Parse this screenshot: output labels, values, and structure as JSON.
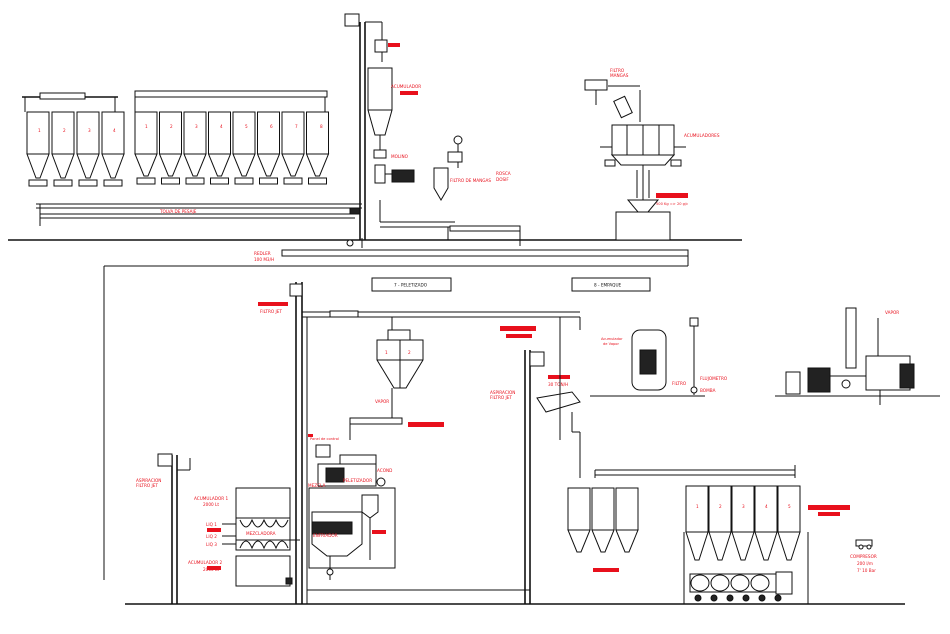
{
  "labels": {
    "tolva": "TOLVA DE PESAJE",
    "acumulador_top": "ACUMULADOR",
    "molino": "MOLINO",
    "filtro_mangas": "FILTRO DE MANGAS",
    "rosca": "ROSCA",
    "rosca_sub": "DOSIF",
    "filtro_mangas_top": "FILTRO",
    "filtro_mangas_top2": "MANGAS",
    "acumuladores_right": "ACUMULADORES",
    "capacity_right": "500 Kg => 20 g/c",
    "redler": "REDLER",
    "redler_sub": "100 M3/H",
    "peletizado": "7 - PELETIZADO",
    "empaque": "8 - EMPAQUE",
    "filtro_jet_left": "FILTRO JET",
    "vapor_mid": "VAPOR",
    "aspiracion_mid": "ASPIRACION",
    "aspiracion_mid2": "FILTRO JET",
    "ton_label": "30 TON/H",
    "acumulador_pellet": "Acumulador",
    "acumulador_pellet2": "de Vapor",
    "flujometro": "FLUJOMETRO",
    "bomba": "BOMBA",
    "filtro": "FILTRO",
    "vapor_right": "VAPOR",
    "panel": "Panel de control",
    "acond": "ACOND",
    "mezcla": "MEZCLA",
    "pelletizador": "PELETIZADOR",
    "enfriador": "ENFRIADOR",
    "aspiracion_left": "ASPIRACION",
    "aspiracion_left2": "FILTRO JET",
    "acumulador1": "ACUMULADOR 1",
    "acumulador1_cap": "2000 Lt",
    "acumulador2": "ACUMULADOR 2",
    "acumulador2_cap": "2000 Lt",
    "liq1": "LIQ 1",
    "liq2": "LIQ 2",
    "liq3": "LIQ 3",
    "mezcladora": "MEZCLADORA",
    "compresor": "COMPRESOR",
    "compresor_a": "200 l/m",
    "compresor_b": "7' 10 Bar",
    "bin_numbers": [
      "1",
      "2",
      "3",
      "4"
    ],
    "silo_numbers": [
      "1",
      "2",
      "3",
      "4",
      "5",
      "6",
      "7",
      "8"
    ],
    "pellet_bins": [
      "1",
      "2"
    ],
    "truck_bins": [
      "1",
      "2",
      "3",
      "4",
      "5"
    ]
  },
  "colors": {
    "line": "#111111",
    "annotation": "#e8101c",
    "background": "#ffffff"
  }
}
